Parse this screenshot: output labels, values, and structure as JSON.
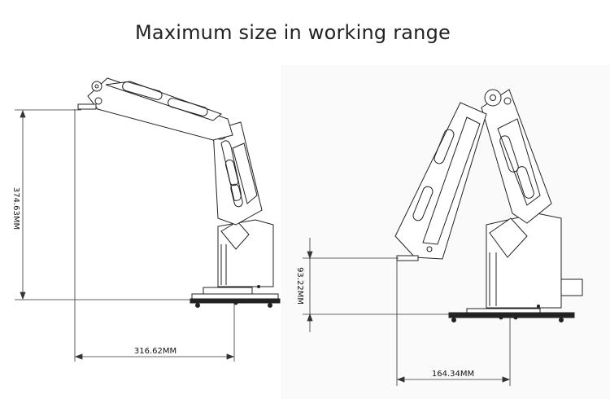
{
  "title": "Maximum size in working range",
  "left_view": {
    "height_dimension": "374.63MM",
    "reach_dimension": "316.62MM"
  },
  "right_view": {
    "height_dimension": "93.22MM",
    "reach_dimension": "164.34MM"
  }
}
